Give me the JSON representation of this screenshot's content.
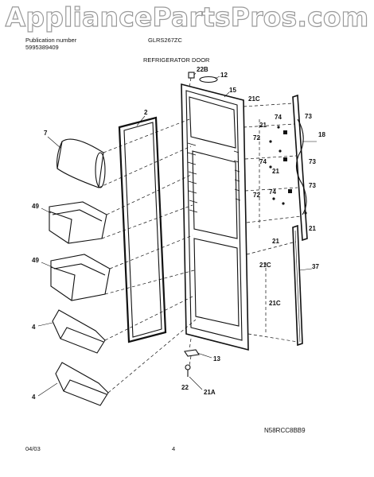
{
  "watermark": "AppliancePartsPros.com",
  "header": {
    "publication_label": "Publication number",
    "publication_number": "5995389409",
    "model": "GLRS267ZC",
    "section_title": "REFRIGERATOR DOOR"
  },
  "callouts": {
    "c2": "2",
    "c7": "7",
    "c49a": "49",
    "c49b": "49",
    "c4a": "4",
    "c4b": "4",
    "c22B": "22B",
    "c12": "12",
    "c15": "15",
    "c21C_top": "21C",
    "c21_a": "21",
    "c74_a": "74",
    "c73_a": "73",
    "c18": "18",
    "c72_a": "72",
    "c74_b": "74",
    "c73_b": "73",
    "c21_b": "21",
    "c72_b": "72",
    "c74_c": "74",
    "c73_c": "73",
    "c21_c": "21",
    "c21_d": "21",
    "c37": "37",
    "c21C_mid": "21C",
    "c21C_low": "21C",
    "c13": "13",
    "c22": "22",
    "c21A": "21A"
  },
  "footer": {
    "diagram_code": "N58RCC8BB9",
    "date": "04/03",
    "page": "4"
  }
}
